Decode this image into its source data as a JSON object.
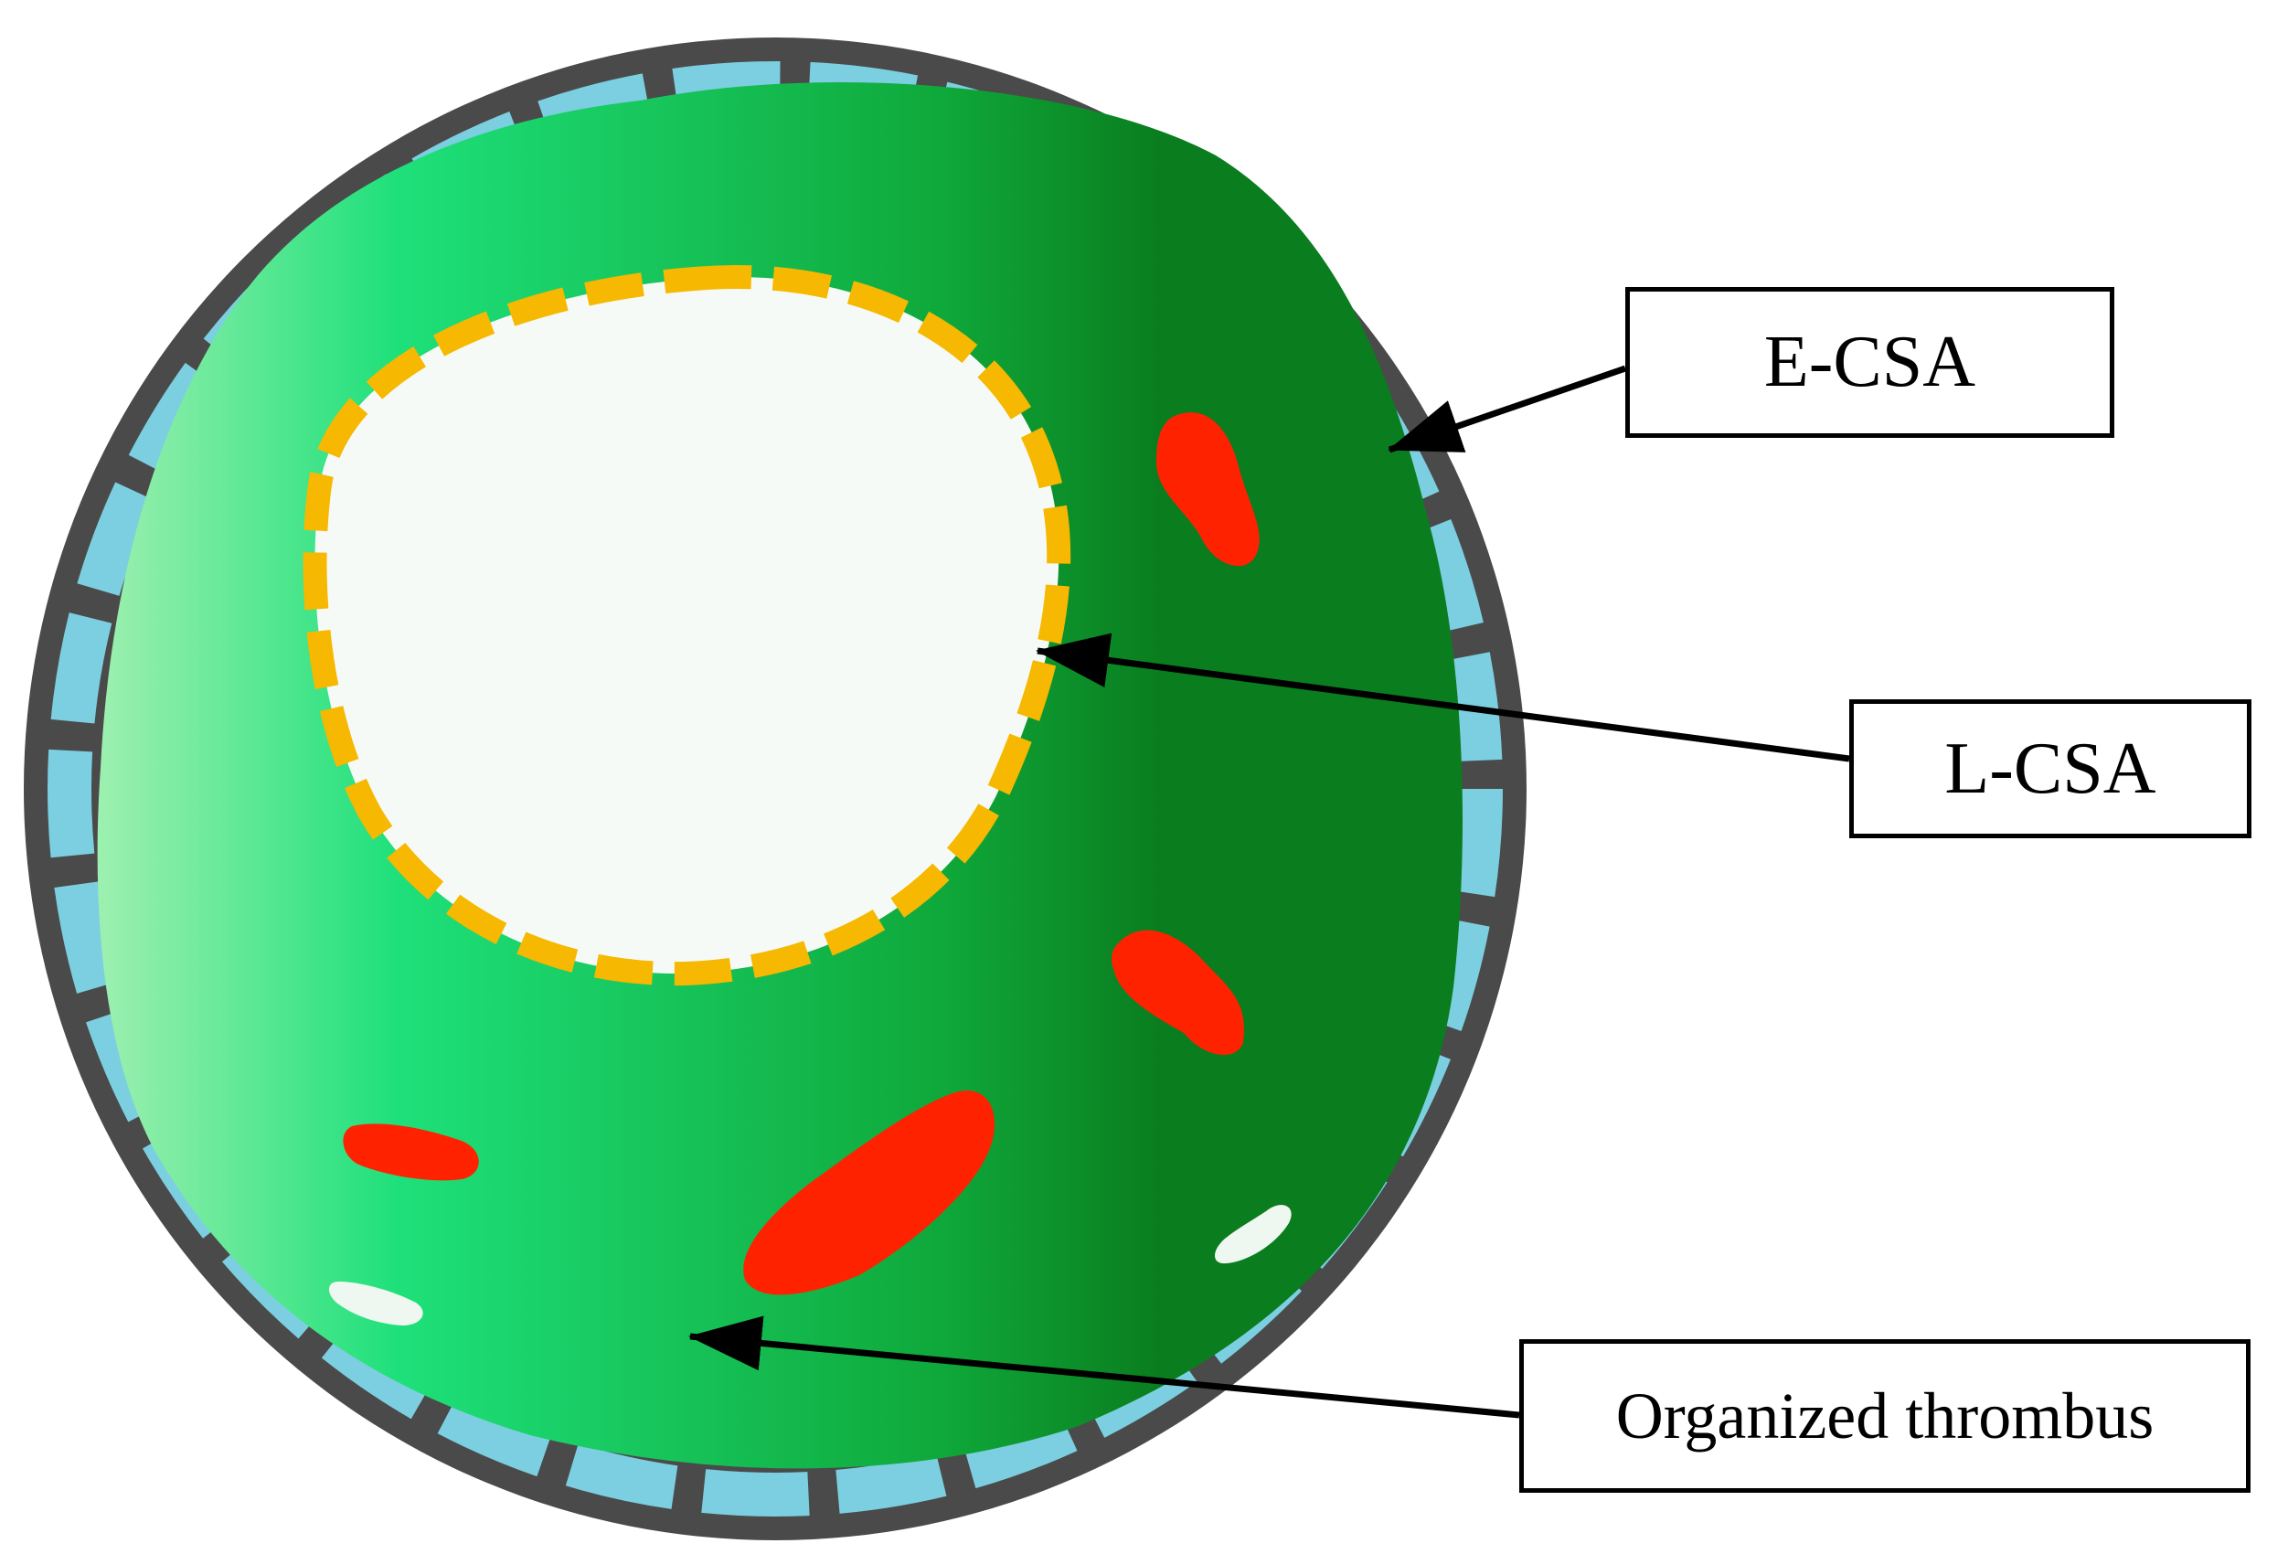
{
  "figure": {
    "labels": {
      "external": "E-CSA",
      "lumen": "L-CSA",
      "thrombus": "Organized thrombus"
    },
    "colors": {
      "vessel_wall": "#4a4a4a",
      "wall_segments": "#7ccfe0",
      "thrombus_light": "#9ef0b0",
      "thrombus_bright": "#1ee07a",
      "thrombus_dark": "#0a7d1e",
      "lumen": "#f6faf7",
      "lumen_border": "#f6b800",
      "hemorrhage": "#ff2200",
      "calcification": "#eef8f0",
      "arrow": "#000000"
    }
  }
}
